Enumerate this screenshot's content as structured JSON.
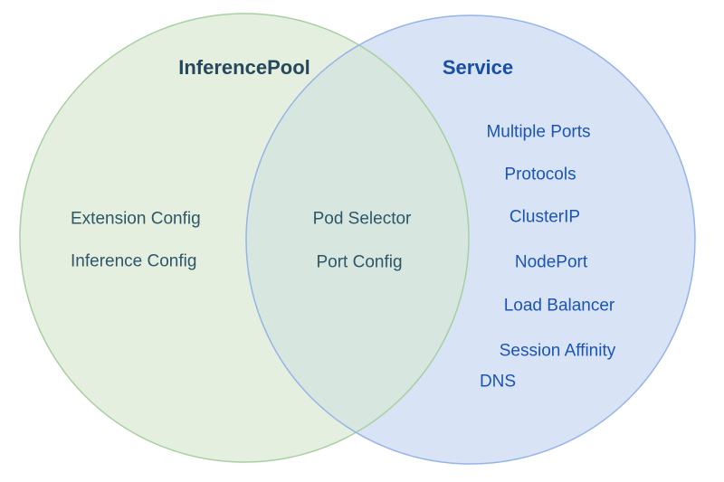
{
  "diagram": {
    "type": "venn",
    "left": {
      "title": "InferencePool",
      "items": [
        "Extension Config",
        "Inference Config"
      ],
      "fill": "#e4efe0",
      "border": "#a7cfa0",
      "title_color": "#25485c",
      "text_color": "#2d5668"
    },
    "right": {
      "title": "Service",
      "items": [
        "Multiple Ports",
        "Protocols",
        "ClusterIP",
        "NodePort",
        "Load Balancer",
        "Session Affinity",
        "DNS"
      ],
      "fill": "#d8e3f6",
      "border": "#95b4e8",
      "title_color": "#174ea6",
      "text_color": "#1b55b4"
    },
    "intersection": {
      "items": [
        "Pod Selector",
        "Port Config"
      ],
      "fill": "#d7e6de",
      "text_color": "#2d5668"
    }
  }
}
